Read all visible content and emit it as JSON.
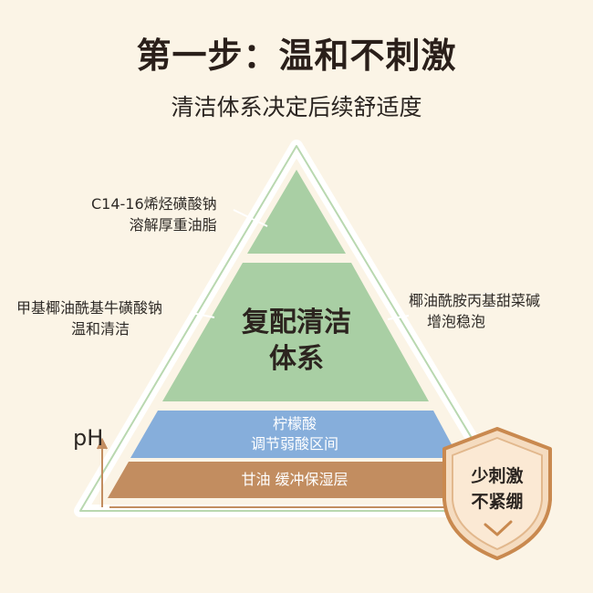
{
  "header": {
    "title": "第一步：温和不刺激",
    "subtitle": "清洁体系决定后续舒适度"
  },
  "pyramid": {
    "top_label": [
      "C14-16烯烃磺酸钠",
      "溶解厚重油脂"
    ],
    "left_label": [
      "甲基椰油酰基牛磺酸钠",
      "温和清洁"
    ],
    "right_label": [
      "椰油酰胺丙基甜菜碱",
      "增泡稳泡"
    ],
    "center_label": [
      "复配清洁",
      "体系"
    ],
    "blue_layer": [
      "柠檬酸",
      "调节弱酸区间"
    ],
    "brown_layer": "甘油 缓冲保湿层",
    "ph_label": "pH"
  },
  "shield": {
    "lines": [
      "少刺激",
      "不紧绷"
    ]
  },
  "colors": {
    "background": "#fbf4e6",
    "green": "#a9cfa4",
    "blue": "#86aedb",
    "brown": "#c28d60",
    "frame": "#ffffff",
    "shield_fill": "#f5dcc0",
    "shield_stroke": "#c9894f"
  }
}
